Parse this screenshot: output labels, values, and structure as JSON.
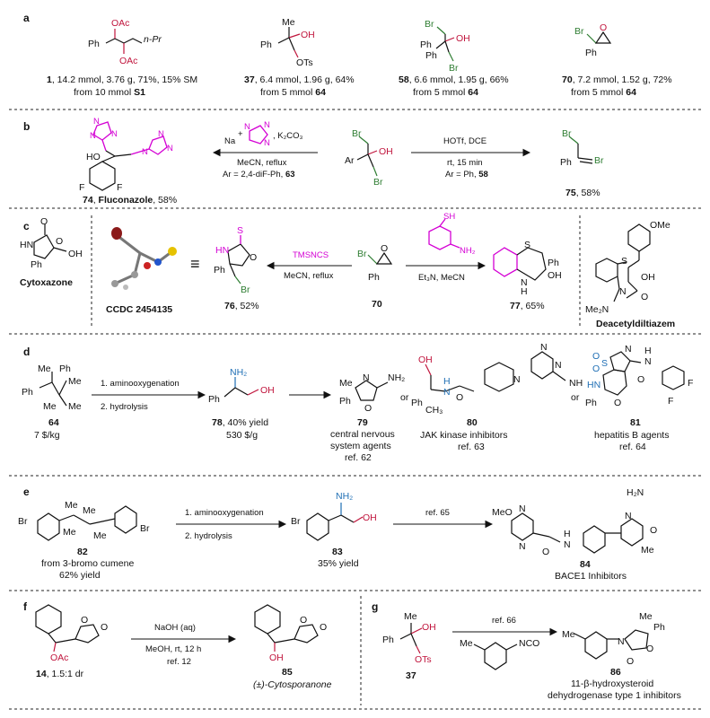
{
  "panels": {
    "a": {
      "label": "a",
      "compounds": [
        {
          "line1_bold": "1",
          "line1": ", 14.2 mmol, 3.76 g, 71%, 15% SM",
          "line2": "from 10 mmol ",
          "line2_bold": "S1",
          "groups": [
            "OAc",
            "n-Pr",
            "Ph",
            "OAc"
          ]
        },
        {
          "line1_bold": "37",
          "line1": ", 6.4 mmol, 1.96 g, 64%",
          "line2": "from 5 mmol ",
          "line2_bold": "64",
          "groups": [
            "Me",
            "OH",
            "Ph",
            "OTs"
          ]
        },
        {
          "line1_bold": "58",
          "line1": ", 6.6 mmol, 1.95 g, 66%",
          "line2": "from 5 mmol ",
          "line2_bold": "64",
          "groups": [
            "Br",
            "OH",
            "Ph",
            "Ph",
            "Br"
          ]
        },
        {
          "line1_bold": "70",
          "line1": ", 7.2 mmol, 1.52 g, 72%",
          "line2": "from 5 mmol ",
          "line2_bold": "64",
          "groups": [
            "Br",
            "O",
            "Ph"
          ]
        }
      ]
    },
    "b": {
      "label": "b",
      "left_product_id": "74",
      "left_product_name": "Fluconazole",
      "left_product_yield": ", 58%",
      "left_atoms": [
        "N",
        "N",
        "N",
        "N",
        "N",
        "N",
        "HO",
        "F",
        "F"
      ],
      "reagent_left_top": ", K₂CO₃",
      "reagent_left_na": "Na",
      "reagent_left_plus": "+",
      "reagent_left_n_minus": "N",
      "triazole_atoms": [
        "N",
        "N"
      ],
      "reagent_left_solvent": "MeCN, reflux",
      "reagent_left_ar": "Ar = 2,4-diF-Ph, ",
      "reagent_left_ar_id": "63",
      "center_groups": [
        "Br",
        "OH",
        "Ar",
        "Br"
      ],
      "reagent_right_top": "HOTf, DCE",
      "reagent_right_cond": "rt, 15 min",
      "reagent_right_ar": "Ar = Ph, ",
      "reagent_right_ar_id": "58",
      "right_product_id": "75",
      "right_product_yield": ", 58%",
      "right_groups": [
        "Br",
        "Ph",
        "Br"
      ]
    },
    "c": {
      "label": "c",
      "cytoxazone": "Cytoxazone",
      "cytoxazone_atoms": [
        "O",
        "O",
        "HN",
        "Ph",
        "OH"
      ],
      "ccdc": "CCDC 2454135",
      "equiv": "≡",
      "p76_id": "76",
      "p76_yield": ", 52%",
      "p76_atoms": [
        "S",
        "HN",
        "O",
        "Ph",
        "Br"
      ],
      "reagent_left_top": "TMSNCS",
      "reagent_left_bottom": "MeCN, reflux",
      "center_id": "70",
      "center_groups": [
        "Br",
        "O",
        "Ph"
      ],
      "reagent_right_sh": "SH",
      "reagent_right_nh2": "NH₂",
      "reagent_right_bottom": "Et₃N, MeCN",
      "p77_id": "77",
      "p77_yield": ", 65%",
      "p77_atoms": [
        "S",
        "Ph",
        "N",
        "H",
        "OH"
      ],
      "diltiazem": "Deacetyldiltiazem",
      "diltiazem_atoms": [
        "OMe",
        "S",
        "OH",
        "N",
        "O",
        "Me₂N"
      ]
    },
    "d": {
      "label": "d",
      "start_id": "64",
      "start_price": "7 $/kg",
      "start_groups": [
        "Me",
        "Ph",
        "Ph",
        "Me",
        "Me",
        "Me"
      ],
      "step1": "1. aminooxygenation",
      "step2": "2. hydrolysis",
      "p78_id": "78",
      "p78_yield": ", 40% yield",
      "p78_price": "530 $/g",
      "p78_groups": [
        "NH₂",
        "Ph",
        "OH"
      ],
      "or": "or",
      "p79_id": "79",
      "p79_desc1": "central nervous",
      "p79_desc2": "system agents",
      "p79_ref": "ref. 62",
      "p79_atoms": [
        "Me",
        "N",
        "NH₂",
        "Ph",
        "O"
      ],
      "p80_id": "80",
      "p80_desc": "JAK kinase inhibitors",
      "p80_ref": "ref. 63",
      "p80_atoms": [
        "OH",
        "H",
        "N",
        "O",
        "Ph",
        "CH₃",
        "N",
        "N",
        "N",
        "NH"
      ],
      "p81_id": "81",
      "p81_desc": "hepatitis B agents",
      "p81_ref": "ref. 64",
      "p81_atoms": [
        "O",
        "O",
        "S",
        "N",
        "HN",
        "Ph",
        "O",
        "H",
        "N",
        "O",
        "F",
        "F"
      ]
    },
    "e": {
      "label": "e",
      "start_id": "82",
      "start_note1": "from 3-bromo cumene",
      "start_note2": "62% yield",
      "start_groups": [
        "Br",
        "Br",
        "Me",
        "Me",
        "Me",
        "Me"
      ],
      "step1": "1. aminooxygenation",
      "step2": "2. hydrolysis",
      "p83_id": "83",
      "p83_yield": "35% yield",
      "p83_groups": [
        "NH₂",
        "Br",
        "OH"
      ],
      "ref": "ref. 65",
      "p84_id": "84",
      "p84_desc": "BACE1 Inhibitors",
      "p84_atoms": [
        "MeO",
        "N",
        "N",
        "O",
        "H",
        "N",
        "H₂N",
        "N",
        "O",
        "Me"
      ]
    },
    "f": {
      "label": "f",
      "start_id": "14",
      "start_dr": ", 1.5:1 dr",
      "start_atoms": [
        "O",
        "O",
        "OAc"
      ],
      "reagent_top": "NaOH (aq)",
      "reagent_mid": "MeOH, rt, 12 h",
      "reagent_ref": "ref. 12",
      "p85_id": "85",
      "p85_name": "(±)-Cytosporanone",
      "p85_atoms": [
        "O",
        "O",
        "OH"
      ]
    },
    "g": {
      "label": "g",
      "start_id": "37",
      "start_groups": [
        "Me",
        "OH",
        "Ph",
        "OTs"
      ],
      "ref": "ref. 66",
      "reagent_groups": [
        "Me",
        "NCO"
      ],
      "p86_id": "86",
      "p86_desc1": "11-β-hydroxysteroid",
      "p86_desc2": "dehydrogenase type 1 inhibitors",
      "p86_atoms": [
        "Me",
        "Ph",
        "Me",
        "N",
        "O",
        "O"
      ]
    }
  },
  "colors": {
    "red": "#c0143c",
    "green": "#2e7d32",
    "blue": "#1f6fb5",
    "magenta": "#d400d4"
  }
}
